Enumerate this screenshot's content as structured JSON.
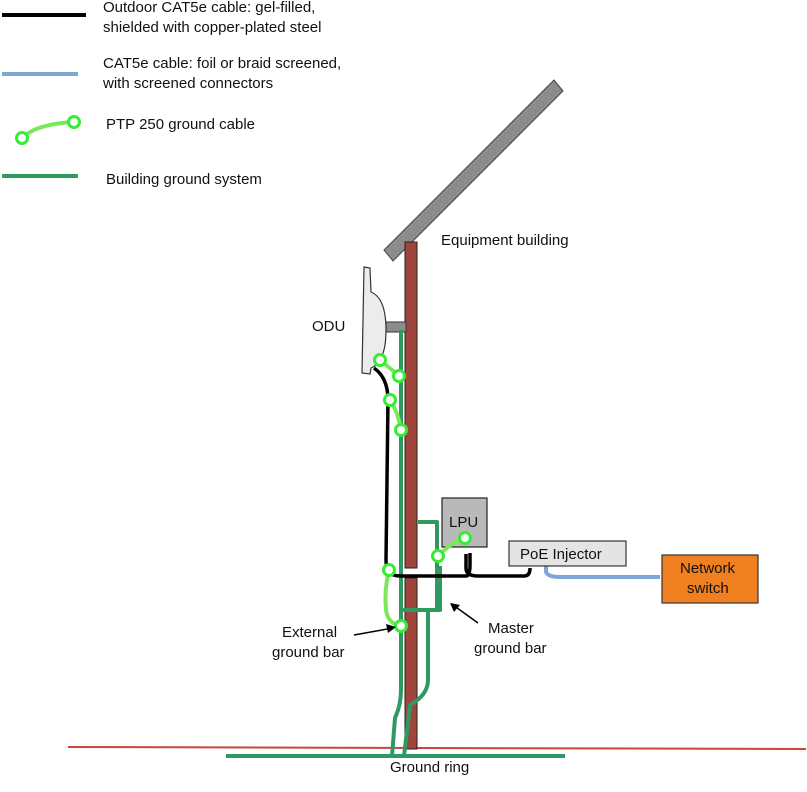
{
  "legend": {
    "items": [
      {
        "lines": [
          "Outdoor CAT5e cable: gel-filled,",
          "shielded with copper-plated steel"
        ],
        "icon": "black-cable-line",
        "color": "#000000"
      },
      {
        "lines": [
          "CAT5e cable: foil or braid screened,",
          "with screened connectors"
        ],
        "icon": "blue-cable-line",
        "color": "#7ea6d6"
      },
      {
        "lines": [
          "PTP 250 ground cable"
        ],
        "icon": "ground-cable-icon",
        "color": "#7be85c"
      },
      {
        "lines": [
          "Building ground system"
        ],
        "icon": "green-ground-line",
        "color": "#2e9a62"
      }
    ]
  },
  "labels": {
    "equipment_building": "Equipment building",
    "odu": "ODU",
    "lpu": "LPU",
    "poe_injector": "PoE Injector",
    "network_switch": [
      "Network",
      "switch"
    ],
    "external_ground_bar": [
      "External",
      "ground bar"
    ],
    "master_ground_bar": [
      "Master",
      "ground bar"
    ],
    "ground_ring": "Ground ring"
  },
  "colors": {
    "mast": "#a0453c",
    "roof": "#8c8c8c",
    "building_ground": "#2e9a62",
    "ground_cable": "#7be85c",
    "cat5e_screened": "#7ea6d6",
    "outdoor_cat5e": "#000000",
    "network_switch": "#f07f1f",
    "ground_line": "#c9463d"
  }
}
